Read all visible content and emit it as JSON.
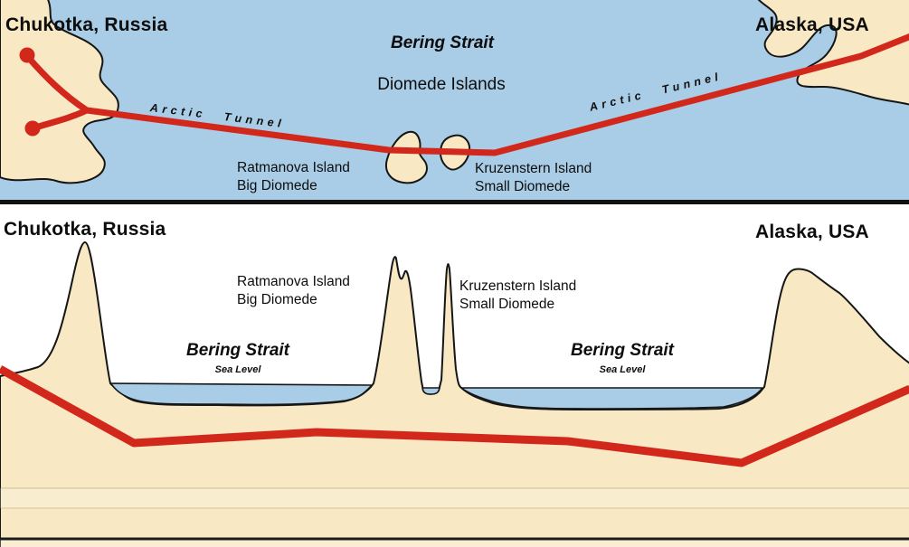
{
  "colors": {
    "sea": "#a9cde6",
    "land": "#f8e8c3",
    "tunnel": "#d2281c",
    "outline": "#161616",
    "background": "#ffffff"
  },
  "map": {
    "region_left": "Chukotka, Russia",
    "region_right": "Alaska, USA",
    "title": "Bering Strait",
    "subtitle": "Diomede Islands",
    "tunnel_label_left": "Arctic Tunnel",
    "tunnel_label_right": "Arctic Tunnel",
    "island_left_line1": "Ratmanova Island",
    "island_left_line2": "Big Diomede",
    "island_right_line1": "Kruzenstern Island",
    "island_right_line2": "Small Diomede"
  },
  "profile": {
    "region_left": "Chukotka, Russia",
    "region_right": "Alaska, USA",
    "island_left_line1": "Ratmanova Island",
    "island_left_line2": "Big Diomede",
    "island_right_line1": "Kruzenstern Island",
    "island_right_line2": "Small Diomede",
    "strait_label_left": "Bering Strait",
    "sea_level_left": "Sea Level",
    "strait_label_right": "Bering Strait",
    "sea_level_right": "Sea Level"
  }
}
